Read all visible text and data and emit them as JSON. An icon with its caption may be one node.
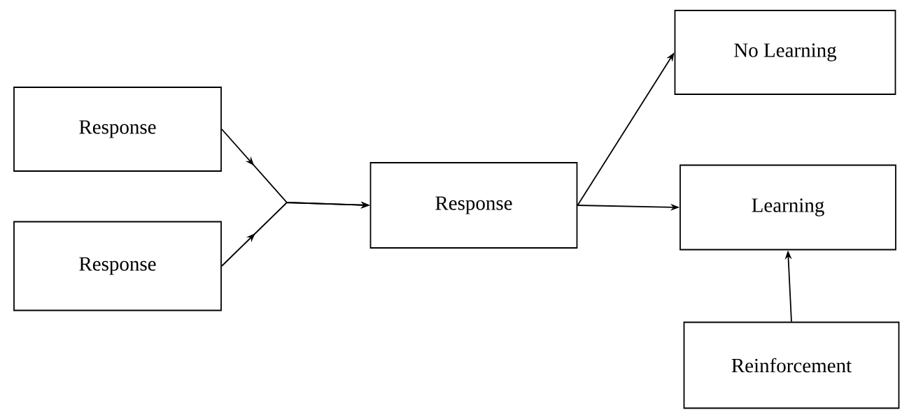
{
  "diagram": {
    "nodes": [
      {
        "text": [
          "Response"
        ]
      },
      {
        "text": [
          "Response"
        ]
      },
      {
        "text": [
          "Response"
        ]
      },
      {
        "text": [
          "No Learning"
        ]
      },
      {
        "text": [
          "Learning"
        ]
      },
      {
        "text": [
          "Reinforcement"
        ]
      }
    ],
    "edges": [
      {
        "from": 0,
        "to": 2,
        "arrow": "to"
      },
      {
        "from": 1,
        "to": 2,
        "arrow": "to"
      },
      {
        "from": 2,
        "to": 3,
        "arrow": "to"
      },
      {
        "from": 2,
        "to": 4,
        "arrow": "to"
      },
      {
        "from": 5,
        "to": 4,
        "arrow": "to"
      }
    ]
  }
}
